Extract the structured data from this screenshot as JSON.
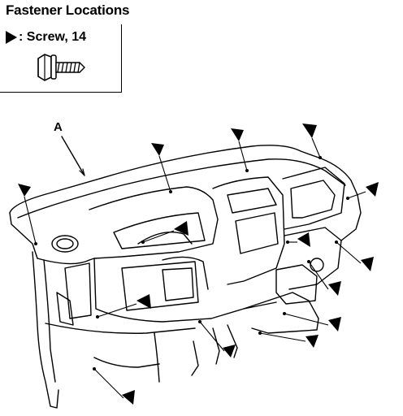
{
  "title": "Fastener Locations",
  "legend": {
    "symbol": "black-triangle-marker",
    "label": ": Screw, 14",
    "icon": "flange-screw-icon"
  },
  "callouts": {
    "A": "A"
  },
  "colors": {
    "line": "#000000",
    "background": "#ffffff"
  }
}
